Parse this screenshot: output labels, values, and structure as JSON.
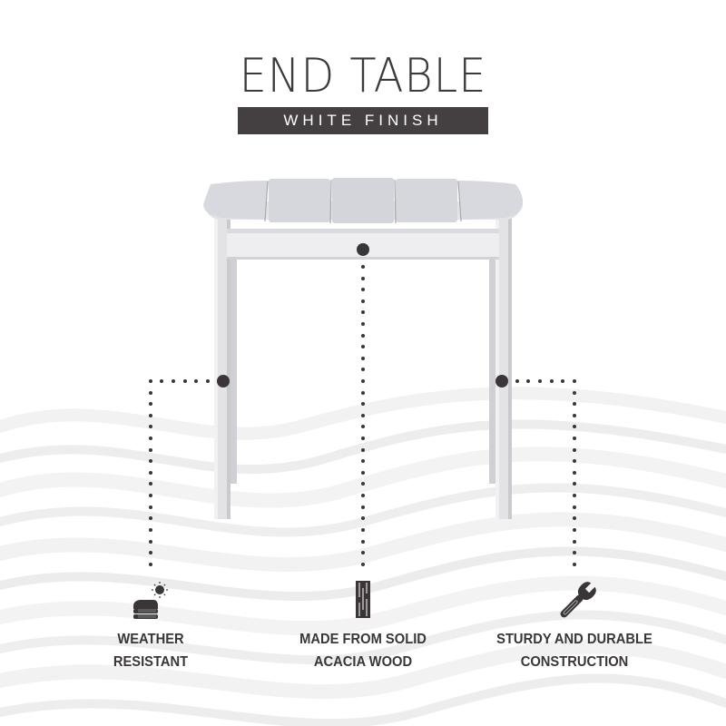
{
  "header": {
    "title": "END TABLE",
    "subtitle": "WHITE FINISH"
  },
  "colors": {
    "text_dark": "#3e3a3b",
    "subtitle_bar": "#444041",
    "subtitle_text": "#ffffff",
    "table_white": "#e9e9eb",
    "table_top": "#dcdde2",
    "dot": "#3a3637",
    "wave": "#eeeeee"
  },
  "features": [
    {
      "icon": "weather-towels-sun-icon",
      "line1": "WEATHER",
      "line2": "RESISTANT"
    },
    {
      "icon": "wood-plank-icon",
      "line1": "MADE FROM SOLID",
      "line2": "ACACIA WOOD"
    },
    {
      "icon": "wrench-icon",
      "line1": "STURDY AND DURABLE",
      "line2": "CONSTRUCTION"
    }
  ]
}
